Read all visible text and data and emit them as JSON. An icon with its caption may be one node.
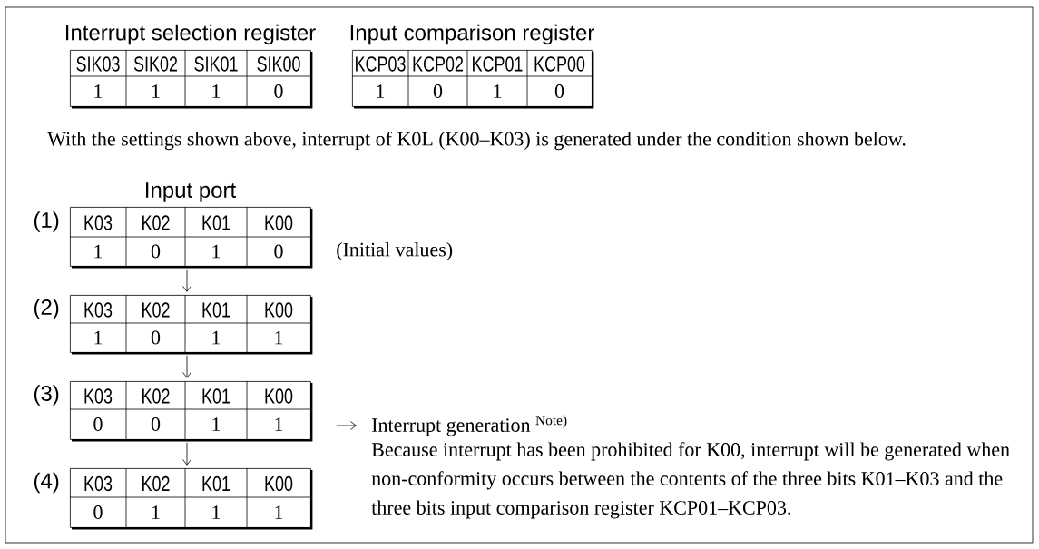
{
  "diagram": {
    "nodes": [
      {
        "text": [
          "Interrupt selection register",
          "SIK03",
          "SIK02",
          "SIK01",
          "SIK00",
          "1",
          "1",
          "1",
          "0"
        ]
      },
      {
        "text": [
          "Input comparison register",
          "KCP03",
          "KCP02",
          "KCP01",
          "KCP00",
          "1",
          "0",
          "1",
          "0"
        ]
      },
      {
        "text": [
          "Input port",
          "K03",
          "K02",
          "K01",
          "K00",
          "1",
          "0",
          "1",
          "0"
        ],
        "beside": [
          "(1)",
          "(Initial values)"
        ]
      },
      {
        "text": [
          "K03",
          "K02",
          "K01",
          "K00",
          "1",
          "0",
          "1",
          "1"
        ],
        "beside": [
          "(2)"
        ]
      },
      {
        "text": [
          "K03",
          "K02",
          "K01",
          "K00",
          "0",
          "0",
          "1",
          "1"
        ],
        "beside": [
          "(3)"
        ]
      },
      {
        "text": [
          "K03",
          "K02",
          "K01",
          "K00",
          "0",
          "1",
          "1",
          "1"
        ],
        "beside": [
          "(4)"
        ]
      },
      {
        "text": [
          "Interrupt generation $^{Note)}$",
          "Because interrupt has been prohibited for K00, interrupt will be generated when non-conformity occurs between the contents of the three bits K01–K03 and the three bits input comparison register KCP01–KCP03."
        ]
      }
    ],
    "edges": [
      {
        "from": 2,
        "to": 3,
        "arrow": "to"
      },
      {
        "from": 3,
        "to": 4,
        "arrow": "to"
      },
      {
        "from": 4,
        "to": 5,
        "arrow": "to"
      },
      {
        "from": 4,
        "to": 6,
        "arrow": "to"
      }
    ],
    "labels": [
      "With the settings shown above, interrupt of K0L (K00–K03) is generated under the condition shown below."
    ]
  }
}
